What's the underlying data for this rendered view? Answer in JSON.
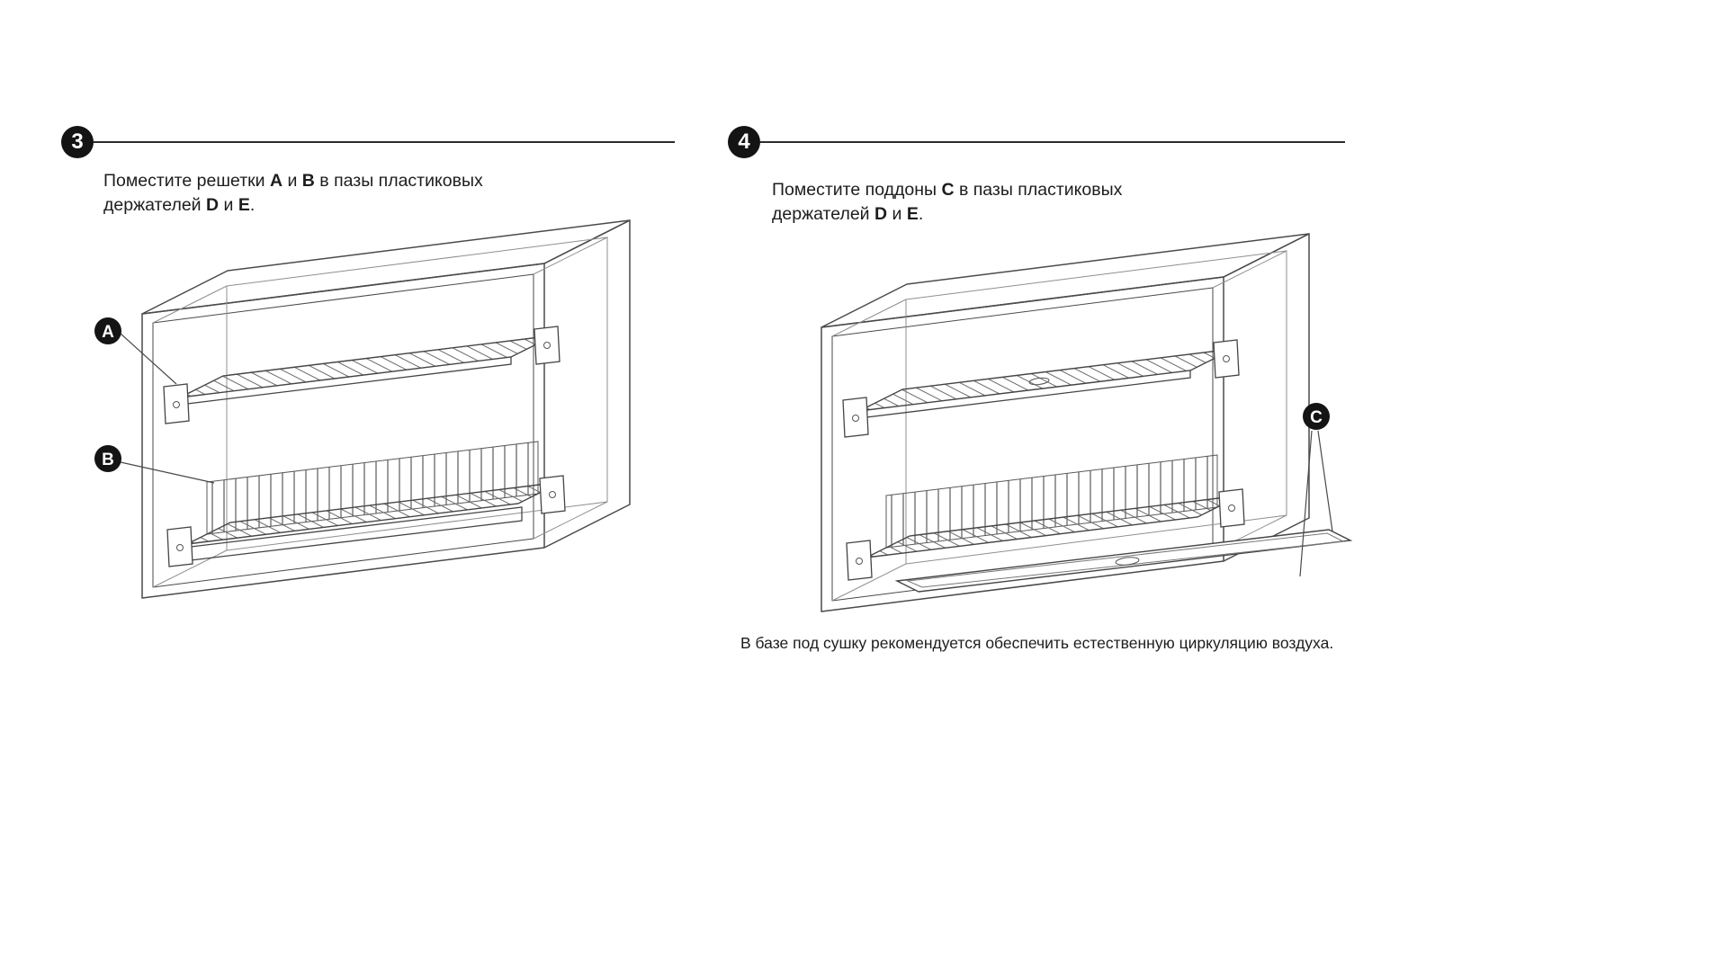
{
  "colors": {
    "ink": "#1d1d1d",
    "line": "#4a4a4a",
    "badge_bg": "#141414",
    "badge_fg": "#ffffff"
  },
  "step3": {
    "number": "3",
    "instr": [
      "Поместите решетки ",
      "A",
      " и ",
      "B",
      " в пазы пластиковых держателей ",
      "D",
      " и ",
      "E",
      "."
    ],
    "labels": {
      "a": "A",
      "b": "B"
    }
  },
  "step4": {
    "number": "4",
    "instr": [
      "Поместите поддоны ",
      "C",
      " в пазы пластиковых держателей ",
      "D",
      " и ",
      "E",
      "."
    ],
    "labels": {
      "c": "C"
    },
    "note": "В базе под сушку рекомендуется обеспечить естественную циркуляцию воздуха."
  }
}
